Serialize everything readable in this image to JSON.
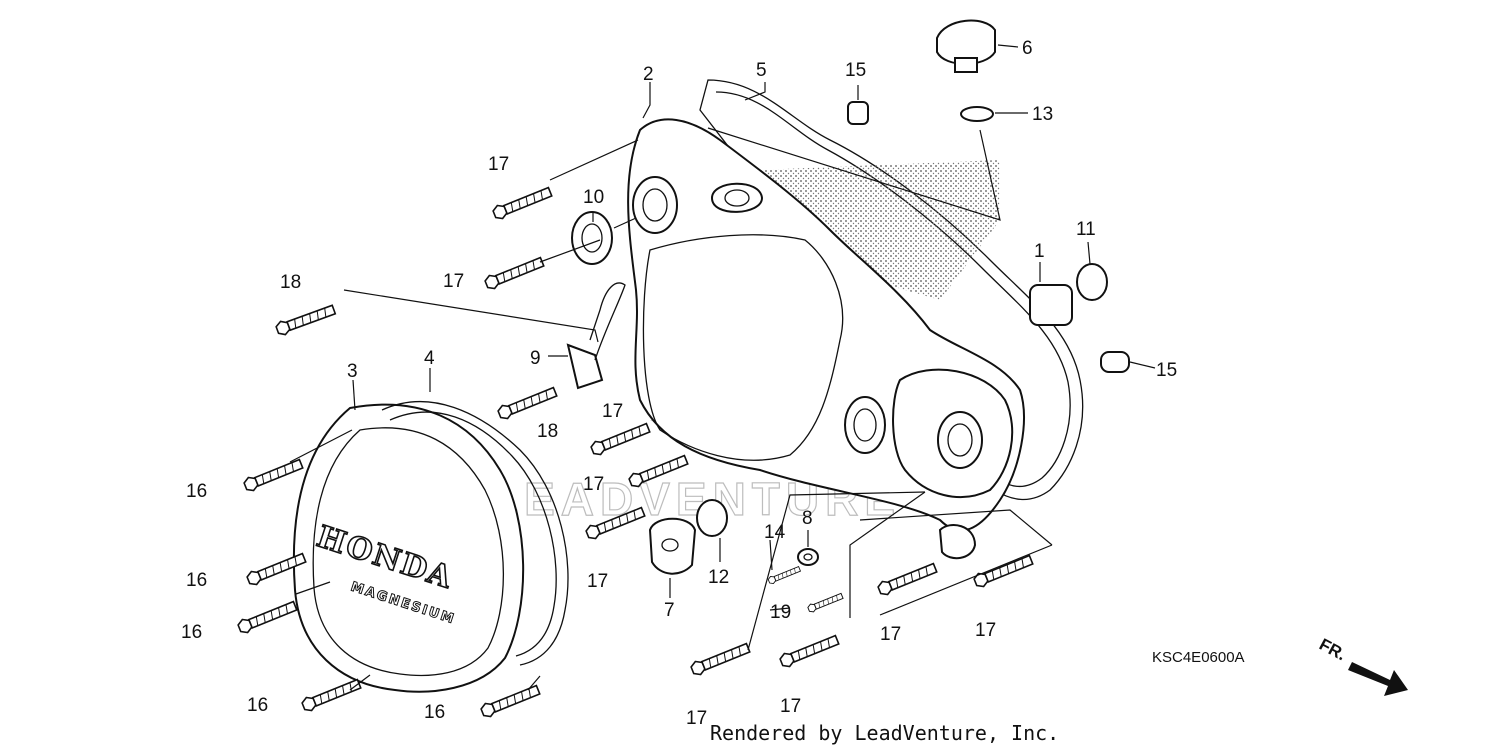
{
  "diagram": {
    "code": "KSC4E0600A",
    "footer": "Rendered by LeadVenture, Inc.",
    "watermark": "LEADVENTURE",
    "direction_label": "FR.",
    "logo_text": "HONDA",
    "logo_subtext": "MAGNESIUM"
  },
  "callouts": {
    "c1": "1",
    "c2": "2",
    "c3": "3",
    "c4": "4",
    "c5": "5",
    "c6": "6",
    "c7": "7",
    "c8": "8",
    "c9": "9",
    "c10": "10",
    "c11": "11",
    "c12": "12",
    "c13": "13",
    "c14": "14",
    "c15a": "15",
    "c15b": "15",
    "c16a": "16",
    "c16b": "16",
    "c16c": "16",
    "c16d": "16",
    "c16e": "16",
    "c17a": "17",
    "c17b": "17",
    "c17c": "17",
    "c17d": "17",
    "c17e": "17",
    "c17f": "17",
    "c17g": "17",
    "c17h": "17",
    "c17i": "17",
    "c18a": "18",
    "c18b": "18",
    "c19": "19"
  }
}
